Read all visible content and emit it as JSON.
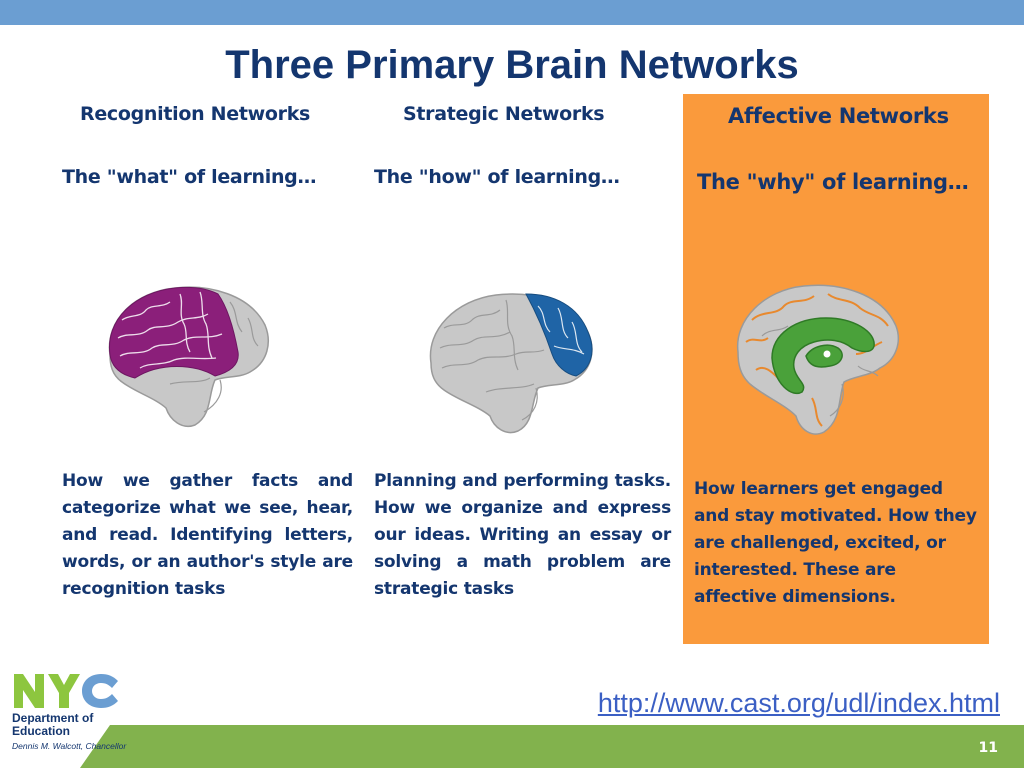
{
  "title": "Three Primary Brain Networks",
  "columns": [
    {
      "heading": "Recognition Networks",
      "subheading": "The \"what\" of learning…",
      "description": "How we gather facts and categorize what we see, hear, and read. Identifying letters, words, or an author's style are recognition tasks",
      "highlight_color": "#8b1f7a"
    },
    {
      "heading": "Strategic Networks",
      "subheading": "The \"how\" of learning…",
      "description": "Planning and performing tasks. How we organize and express our ideas. Writing an essay or solving a math problem are strategic tasks",
      "highlight_color": "#1f64a6"
    },
    {
      "heading": "Affective Networks",
      "subheading": "The \"why\" of learning…",
      "description": "How learners get engaged and stay motivated. How they are challenged, excited, or interested. These are affective dimensions.",
      "highlight_color": "#4aa13a"
    }
  ],
  "footer": {
    "url": "http://www.cast.org/udl/index.html",
    "page_number": "11",
    "logo": {
      "nyc": "NYC",
      "department_line1": "Department of",
      "department_line2": "Education",
      "chancellor": "Dennis M. Walcott, Chancellor"
    }
  },
  "colors": {
    "title": "#14366f",
    "top_bar": "#6b9ed2",
    "affective_box": "#fa9a3c",
    "footer_band": "#82b24d",
    "link": "#3b5fc4",
    "brain_gray": "#c8c8c8"
  }
}
